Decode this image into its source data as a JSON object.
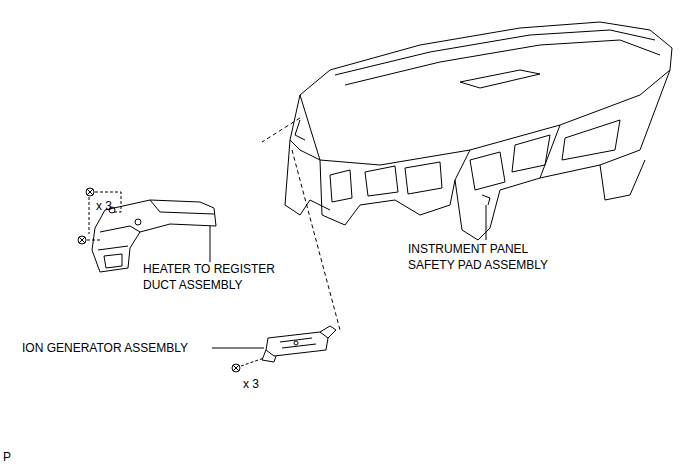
{
  "diagram": {
    "labels": [
      "x 3",
      "HEATER TO REGISTER DUCT ASSEMBLY",
      "INSTRUMENT PANEL SAFETY PAD ASSEMBLY",
      "ION GENERATOR ASSEMBLY",
      "x 3",
      "P"
    ]
  }
}
